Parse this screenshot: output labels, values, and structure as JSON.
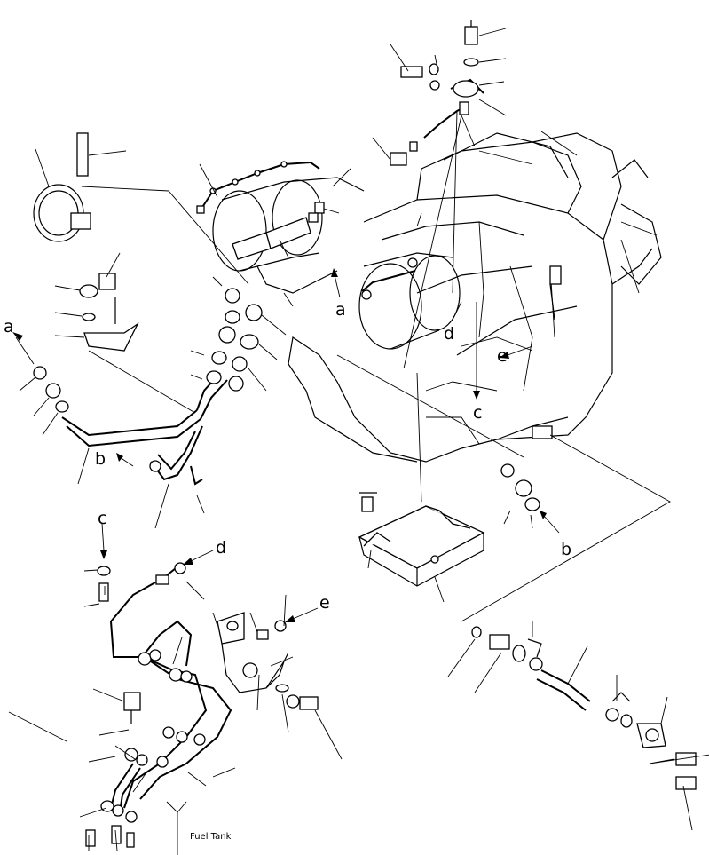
{
  "figure": {
    "caption": "Fuel Tank",
    "refs": {
      "a_top": "a",
      "a_left": "a",
      "b_left": "b",
      "b_right": "b",
      "c_top": "c",
      "c_left": "c",
      "d_mid": "d",
      "d_left": "d",
      "e_mid": "e",
      "e_left": "e"
    }
  }
}
